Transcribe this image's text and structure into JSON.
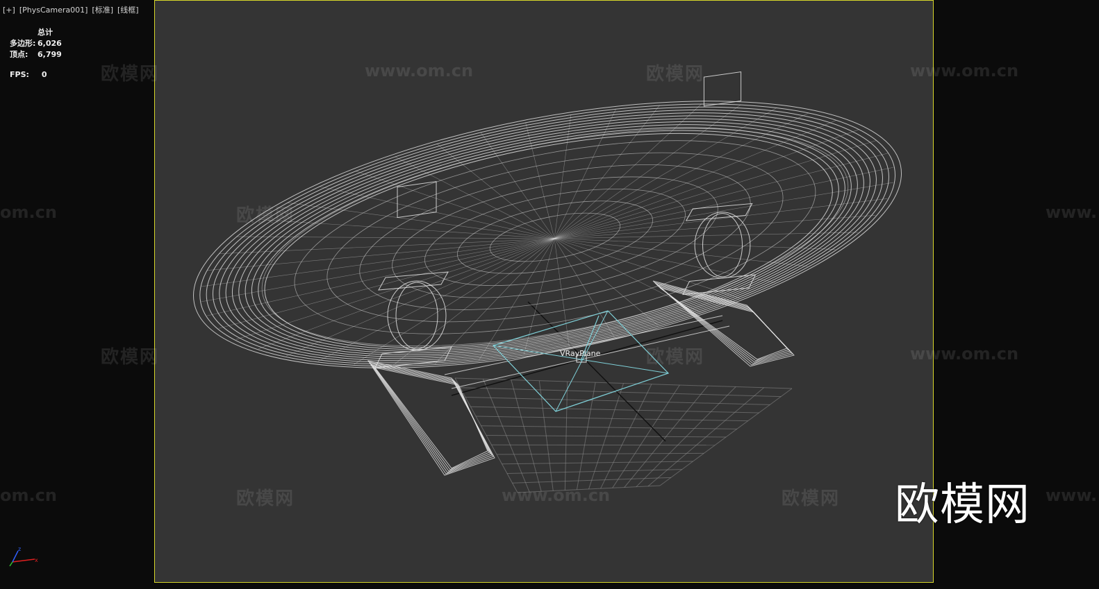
{
  "viewport": {
    "menu_label": "[+]",
    "camera_label": "[PhysCamera001]",
    "shading_label": "[标准]",
    "display_label": "[线框]"
  },
  "stats": {
    "header": "总计",
    "polygons_label": "多边形:",
    "polygons_value": "6,026",
    "vertices_label": "顶点:",
    "vertices_value": "6,799",
    "fps_label": "FPS:",
    "fps_value": "0"
  },
  "scene": {
    "object_label": "VRayPlane",
    "frame_color": "#d8d72a",
    "wire_color": "#e6e6e6",
    "light_color": "#7fd0d8"
  },
  "watermarks": {
    "cn": "欧模网",
    "url": "www.om.cn",
    "url_cropped": "om.cn",
    "url_cropped_right": "www."
  },
  "brand": "欧模网",
  "axis": {
    "x": "x",
    "y": "y",
    "z": "z"
  }
}
